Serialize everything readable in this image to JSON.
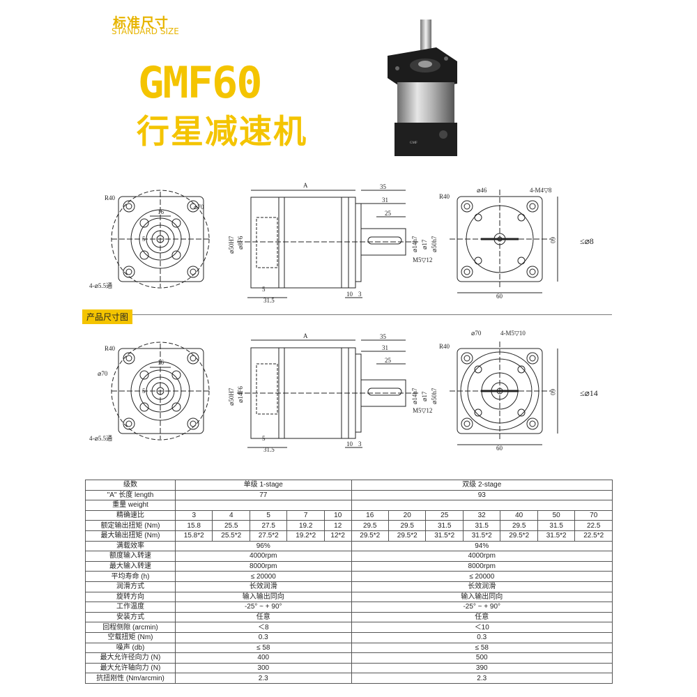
{
  "header": {
    "title_cn": "标准尺寸",
    "title_en": "STANDARD SIZE",
    "model": "GMF60",
    "product_name": "行星减速机"
  },
  "section": {
    "label": "产品尺寸图"
  },
  "drawing_1stage": {
    "front": {
      "r40": "R40",
      "dia70": "⌀70",
      "d16": "16",
      "d5": "5",
      "holes": "4-⌀5.5通"
    },
    "side": {
      "A": "A",
      "d35": "35",
      "d31": "31",
      "d25": "25",
      "d50h7": "⌀50H7",
      "d8f6": "⌀8F6",
      "d14h7": "⌀14h7",
      "d17": "⌀17",
      "d50h7b": "⌀50h7",
      "m5": "M5▽12",
      "d5": "5",
      "d315": "31.5",
      "d10": "10",
      "d3": "3"
    },
    "back": {
      "r40": "R40",
      "d46": "⌀46",
      "m4": "4-M4▽8",
      "d60v": "60",
      "d60h": "60",
      "shaft": "≤⌀8"
    }
  },
  "drawing_2stage": {
    "front": {
      "r40": "R40",
      "dia70": "⌀70",
      "d16": "16",
      "d5": "5",
      "holes": "4-⌀5.5通"
    },
    "side": {
      "A": "A",
      "d35": "35",
      "d31": "31",
      "d25": "25",
      "d50h7": "⌀50H7",
      "d14f6": "⌀14F6",
      "d14h7": "⌀14h7",
      "d17": "⌀17",
      "d50h7b": "⌀50h7",
      "m5": "M5▽12",
      "d5": "5",
      "d315": "31.5",
      "d10": "10",
      "d3": "3"
    },
    "back": {
      "r40": "R40",
      "d70": "⌀70",
      "m5": "4-M5▽10",
      "d60v": "60",
      "d60h": "60",
      "shaft": "≤⌀14"
    }
  },
  "spec_table": {
    "stage_label": "级数",
    "stage1": "单级 1-stage",
    "stage2": "双级 2-stage",
    "length_label": "\"A\" 长度 length",
    "length1": "77",
    "length2": "93",
    "weight_label": "重量 weight",
    "ratio_label": "精确速比",
    "ratios1": [
      "3",
      "4",
      "5",
      "7",
      "10"
    ],
    "ratios2": [
      "16",
      "20",
      "25",
      "32",
      "40",
      "50",
      "70"
    ],
    "rated_label": "额定输出扭矩 (Nm)",
    "rated1": [
      "15.8",
      "25.5",
      "27.5",
      "19.2",
      "12"
    ],
    "rated2": [
      "29.5",
      "29.5",
      "31.5",
      "31.5",
      "29.5",
      "31.5",
      "22.5"
    ],
    "max_label": "最大输出扭矩 (Nm)",
    "max1": [
      "15.8*2",
      "25.5*2",
      "27.5*2",
      "19.2*2",
      "12*2"
    ],
    "max2": [
      "29.5*2",
      "29.5*2",
      "31.5*2",
      "31.5*2",
      "29.5*2",
      "31.5*2",
      "22.5*2"
    ],
    "rows": [
      {
        "label": "满载效率",
        "v1": "96%",
        "v2": "94%"
      },
      {
        "label": "额度输入转速",
        "v1": "4000rpm",
        "v2": "4000rpm"
      },
      {
        "label": "最大输入转速",
        "v1": "8000rpm",
        "v2": "8000rpm"
      },
      {
        "label": "平均寿命 (h)",
        "v1": "≤ 20000",
        "v2": "≤ 20000"
      },
      {
        "label": "润滑方式",
        "v1": "长效润滑",
        "v2": "长效润滑"
      },
      {
        "label": "旋转方向",
        "v1": "输入输出同向",
        "v2": "输入输出同向"
      },
      {
        "label": "工作温度",
        "v1": "-25° ~ + 90°",
        "v2": "-25° ~ + 90°"
      },
      {
        "label": "安装方式",
        "v1": "任意",
        "v2": "任意"
      },
      {
        "label": "回程侧隙 (arcmin)",
        "v1": "＜8",
        "v2": "＜10"
      },
      {
        "label": "空载扭矩 (Nm)",
        "v1": "0.3",
        "v2": "0.3"
      },
      {
        "label": "噪声 (db)",
        "v1": "≤ 58",
        "v2": "≤ 58"
      },
      {
        "label": "最大允许径向力 (N)",
        "v1": "400",
        "v2": "500"
      },
      {
        "label": "最大允许轴向力 (N)",
        "v1": "300",
        "v2": "390"
      },
      {
        "label": "抗扭刚性 (Nm/arcmin)",
        "v1": "2.3",
        "v2": "2.3"
      }
    ]
  }
}
